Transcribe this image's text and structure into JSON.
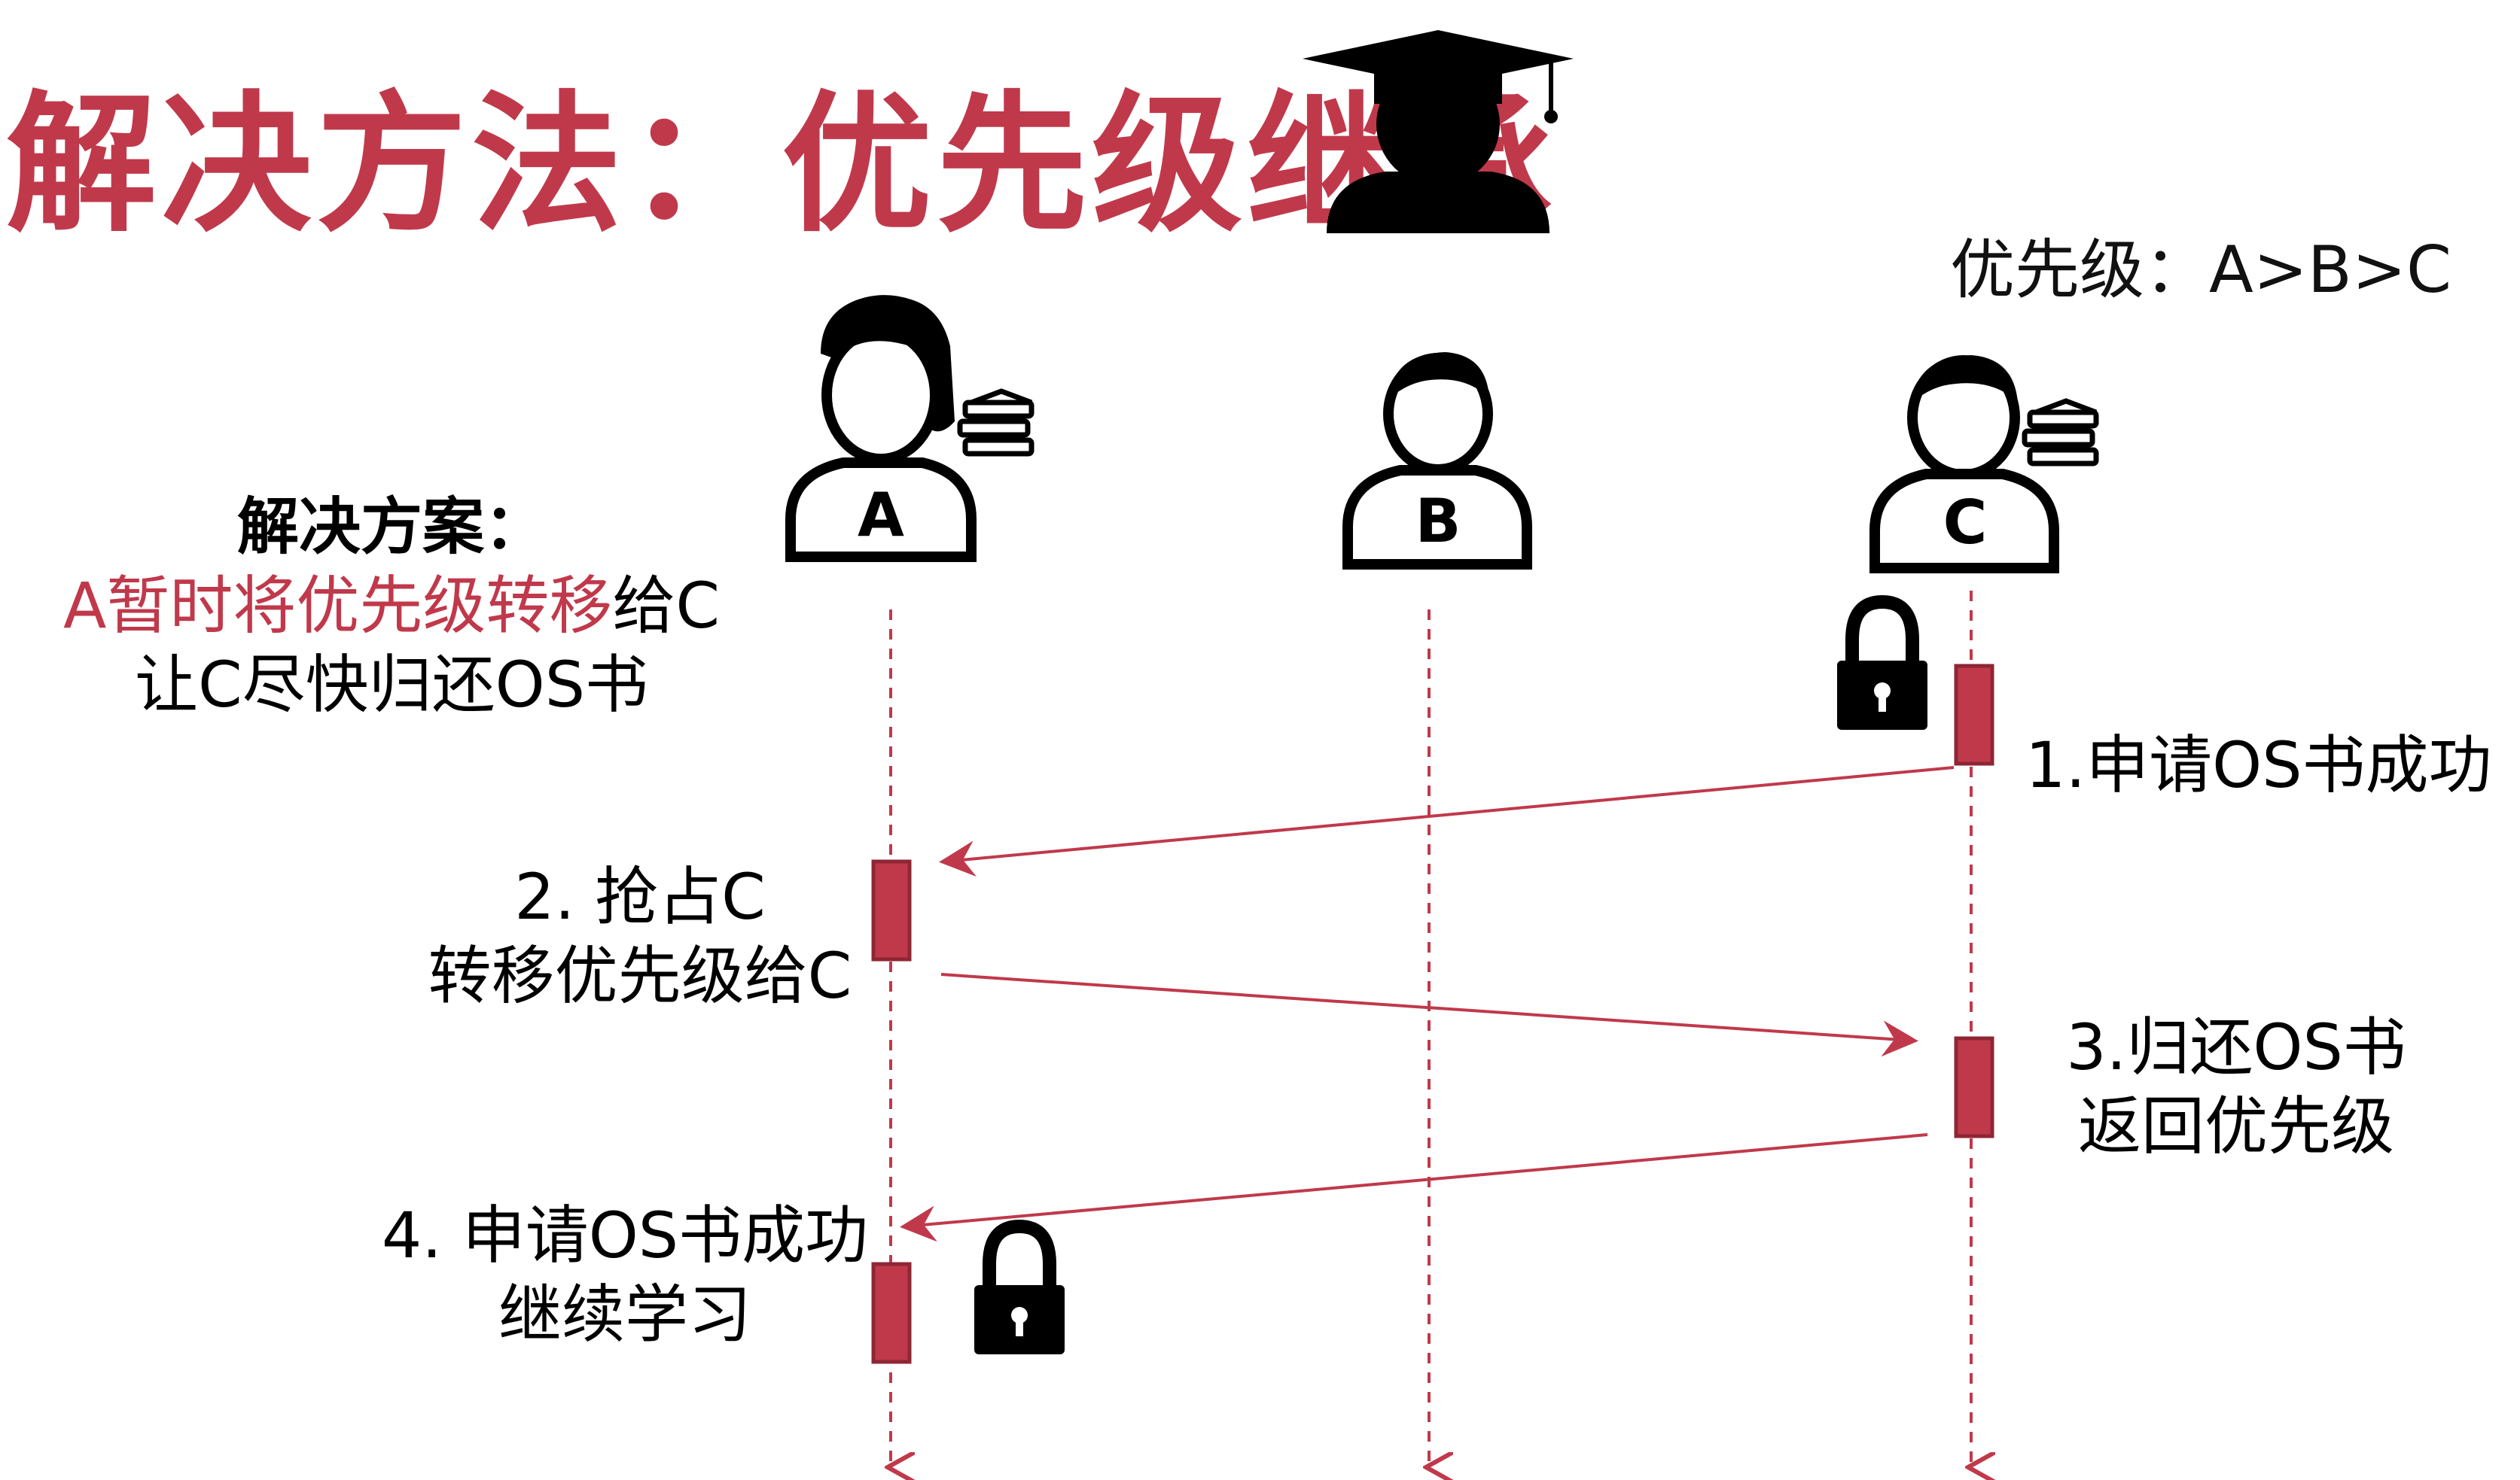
{
  "title": "解决方法：优先级继承",
  "priority_note": "优先级：A>B>C",
  "participants": [
    {
      "label": "A"
    },
    {
      "label": "B"
    },
    {
      "label": "C"
    }
  ],
  "solution": {
    "heading": "解决方案：",
    "line1_highlight": "A暂时将优先级转移",
    "line1_rest": "给C",
    "line2": "让C尽快归还OS书"
  },
  "steps": {
    "step1": "1.申请OS书成功",
    "step2_line1": "2. 抢占C",
    "step2_line2": "转移优先级给C",
    "step3_line1": "3.归还OS书",
    "step3_line2": "返回优先级",
    "step4_line1": "4. 申请OS书成功",
    "step4_line2": "继续学习"
  },
  "colors": {
    "accent": "#c0394b",
    "arrow": "#c0394b",
    "text": "#000000"
  },
  "icons": [
    "teacher-icon",
    "person-a-icon",
    "person-b-icon",
    "person-c-icon",
    "books-icon",
    "lock-icon"
  ]
}
